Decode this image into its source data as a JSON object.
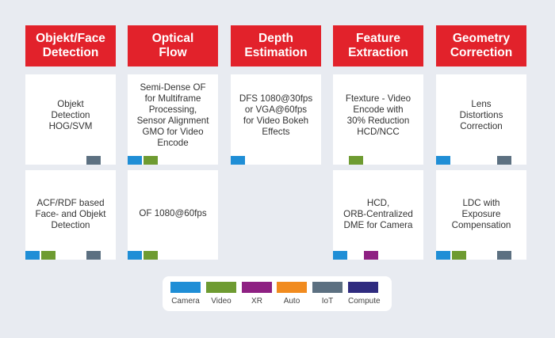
{
  "colors": {
    "header": "#e2222b",
    "camera": "#1f8ed6",
    "video": "#6e9b31",
    "xr": "#8e2082",
    "auto": "#f18b1f",
    "iot": "#5c7081",
    "compute": "#2f2b7f"
  },
  "columns": [
    {
      "header": "Objekt/Face\nDetection",
      "cells": [
        {
          "text": "Objekt\nDetection\nHOG/SVM",
          "tags": [
            "iot"
          ]
        },
        {
          "text": "ACF/RDF based\nFace- and Objekt\nDetection",
          "tags": [
            "camera",
            "video",
            "iot"
          ]
        }
      ]
    },
    {
      "header": "Optical\nFlow",
      "cells": [
        {
          "text": "Semi-Dense OF\nfor Multiframe\nProcessing,\nSensor Alignment\nGMO for Video\nEncode",
          "tags": [
            "camera",
            "video"
          ]
        },
        {
          "text": "OF 1080@60fps",
          "tags": [
            "camera",
            "video"
          ]
        }
      ]
    },
    {
      "header": "Depth\nEstimation",
      "cells": [
        {
          "text": "DFS 1080@30fps\nor VGA@60fps\nfor Video Bokeh\nEffects",
          "tags": [
            "camera"
          ]
        }
      ]
    },
    {
      "header": "Feature\nExtraction",
      "cells": [
        {
          "text": "Ftexture - Video\nEncode with\n30% Reduction\nHCD/NCC",
          "tags": [
            "video"
          ]
        },
        {
          "text": "HCD,\nORB-Centralized\nDME for Camera",
          "tags": [
            "camera",
            "xr"
          ]
        }
      ]
    },
    {
      "header": "Geometry\nCorrection",
      "cells": [
        {
          "text": "Lens\nDistortions\nCorrection",
          "tags": [
            "camera",
            "iot"
          ]
        },
        {
          "text": "LDC with\nExposure\nCompensation",
          "tags": [
            "camera",
            "video",
            "iot"
          ]
        }
      ]
    }
  ],
  "legend": [
    {
      "key": "camera",
      "label": "Camera"
    },
    {
      "key": "video",
      "label": "Video"
    },
    {
      "key": "xr",
      "label": "XR"
    },
    {
      "key": "auto",
      "label": "Auto"
    },
    {
      "key": "iot",
      "label": "IoT"
    },
    {
      "key": "compute",
      "label": "Compute"
    }
  ]
}
